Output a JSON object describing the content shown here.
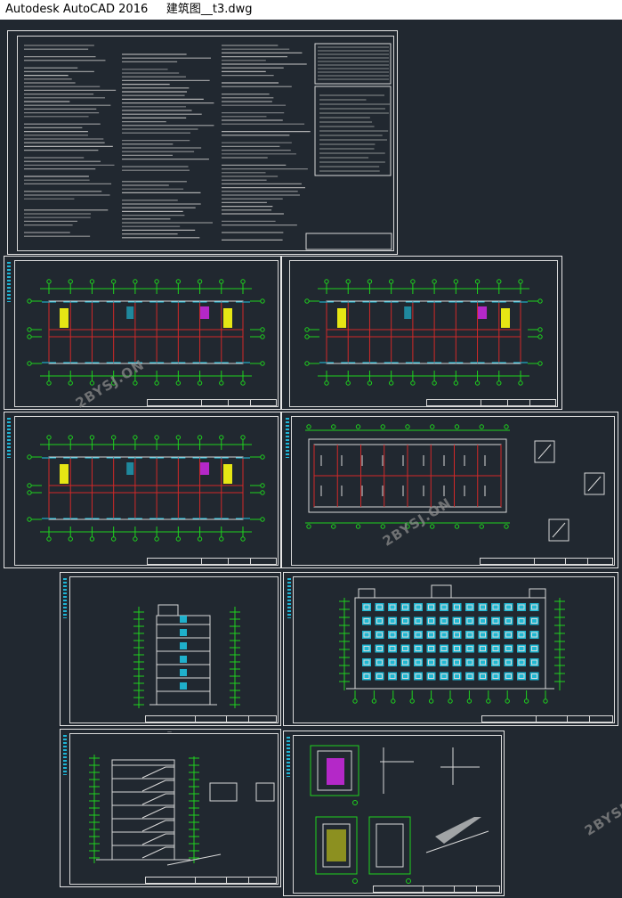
{
  "window": {
    "app_name": "Autodesk AutoCAD 2016",
    "file_name": "建筑图__t3.dwg"
  },
  "watermark": {
    "text": "2BYSJ.ON"
  },
  "sheets": [
    {
      "id": "design-notes",
      "kind": "notes"
    },
    {
      "id": "floor-plan-1",
      "kind": "plan"
    },
    {
      "id": "floor-plan-2",
      "kind": "plan"
    },
    {
      "id": "floor-plan-3",
      "kind": "plan"
    },
    {
      "id": "roof-plan",
      "kind": "roof"
    },
    {
      "id": "side-elevation",
      "kind": "elevation"
    },
    {
      "id": "front-elevation",
      "kind": "elevation"
    },
    {
      "id": "section-1-1",
      "kind": "section"
    },
    {
      "id": "details",
      "kind": "details"
    }
  ],
  "colors": {
    "background": "#212830",
    "green": "#1ed21e",
    "red": "#d22828",
    "cyan": "#1ec8e6",
    "yellow": "#e6e614",
    "white": "#d8d8d8",
    "magenta": "#b428c8"
  }
}
